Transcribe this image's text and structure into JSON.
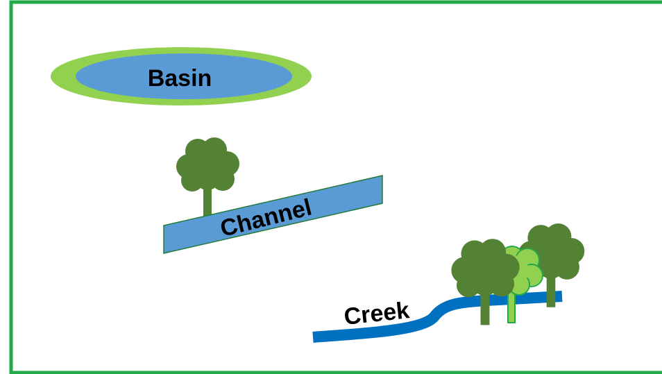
{
  "labels": {
    "basin": "Basin",
    "channel": "Channel",
    "creek": "Creek"
  },
  "colors": {
    "frame": "#22a94a",
    "water": "#5b9bd5",
    "creek_water": "#0070c0",
    "grass": "#92d050",
    "tree_dark": "#548235",
    "tree_light": "#92d050",
    "channel_border": "#1e7a35",
    "text": "#000000"
  },
  "icons": [
    "basin-icon",
    "channel-icon",
    "creek-icon",
    "tree-icon"
  ]
}
